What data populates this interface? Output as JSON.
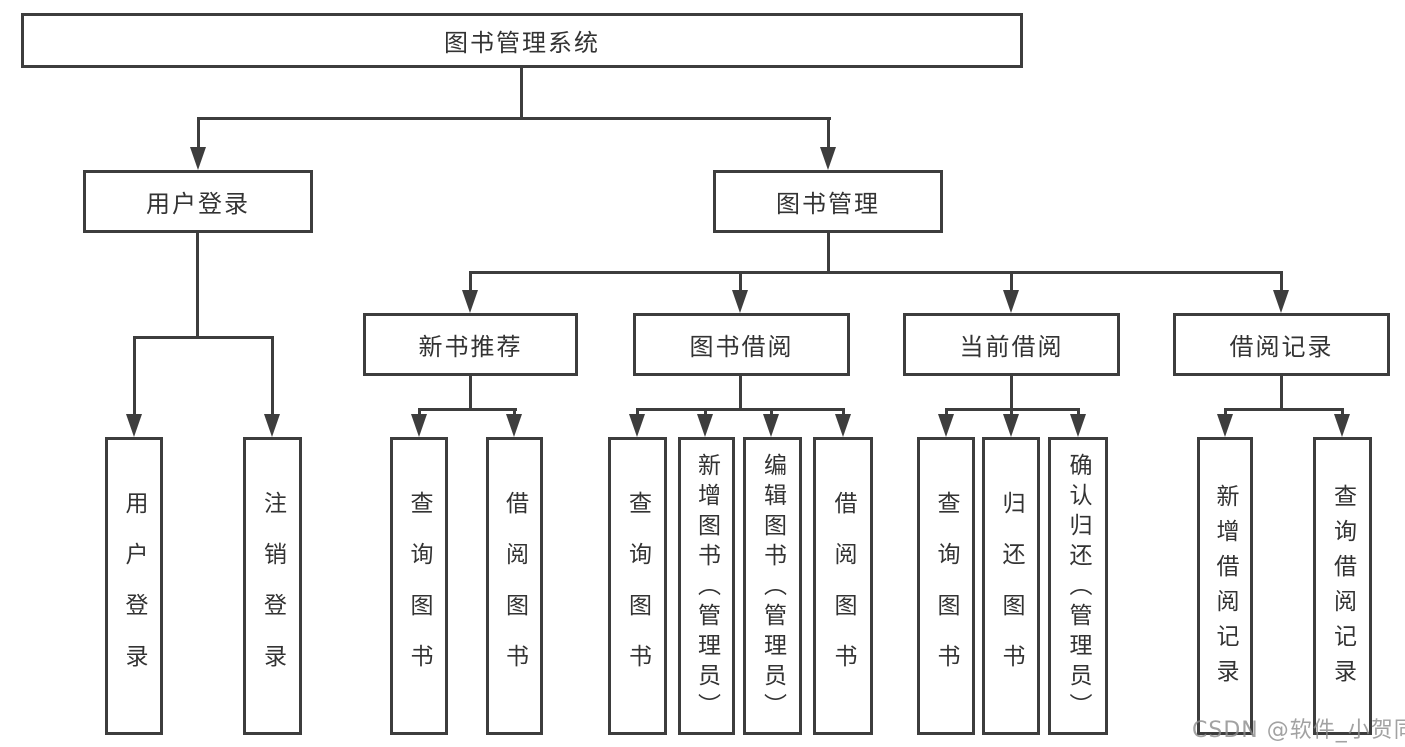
{
  "diagram": {
    "root": "图书管理系统",
    "level2": [
      "用户登录",
      "图书管理"
    ],
    "level3": [
      "新书推荐",
      "图书借阅",
      "当前借阅",
      "借阅记录"
    ],
    "leaves_user": [
      "用户登录",
      "注销登录"
    ],
    "leaves_recommend": [
      "查询图书",
      "借阅图书"
    ],
    "leaves_borrow": [
      "查询图书",
      "新增图书（管理员）",
      "编辑图书（管理员）",
      "借阅图书"
    ],
    "leaves_current": [
      "查询图书",
      "归还图书",
      "确认归还（管理员）"
    ],
    "leaves_record": [
      "新增借阅记录",
      "查询借阅记录"
    ]
  },
  "watermark": "CSDN @软件_小贺同学",
  "colors": {
    "line": "#3d3d3d",
    "text": "#333333",
    "watermark": "#8c8c8c",
    "box_bg": "#ffffff",
    "page_bg": "#ffffff"
  }
}
